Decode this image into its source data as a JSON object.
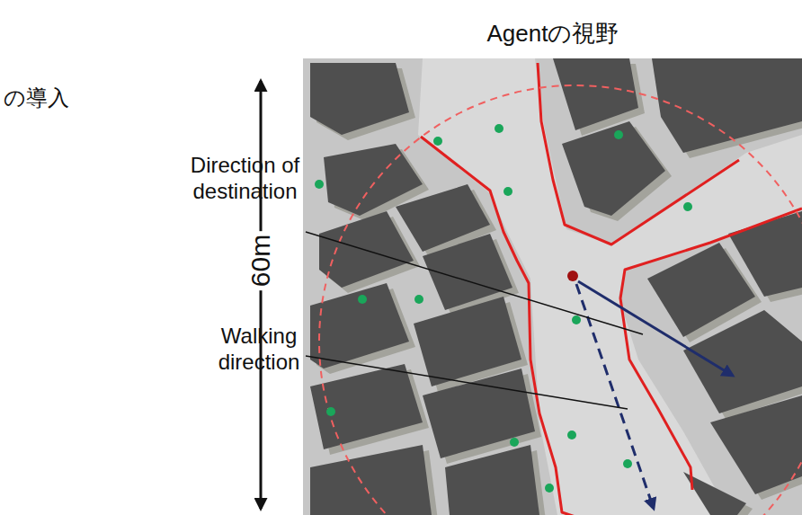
{
  "diagram": {
    "title": "Agentの視野",
    "labels": [
      "の導入",
      "60m",
      "Direction of destination",
      "Walking direction"
    ]
  }
}
